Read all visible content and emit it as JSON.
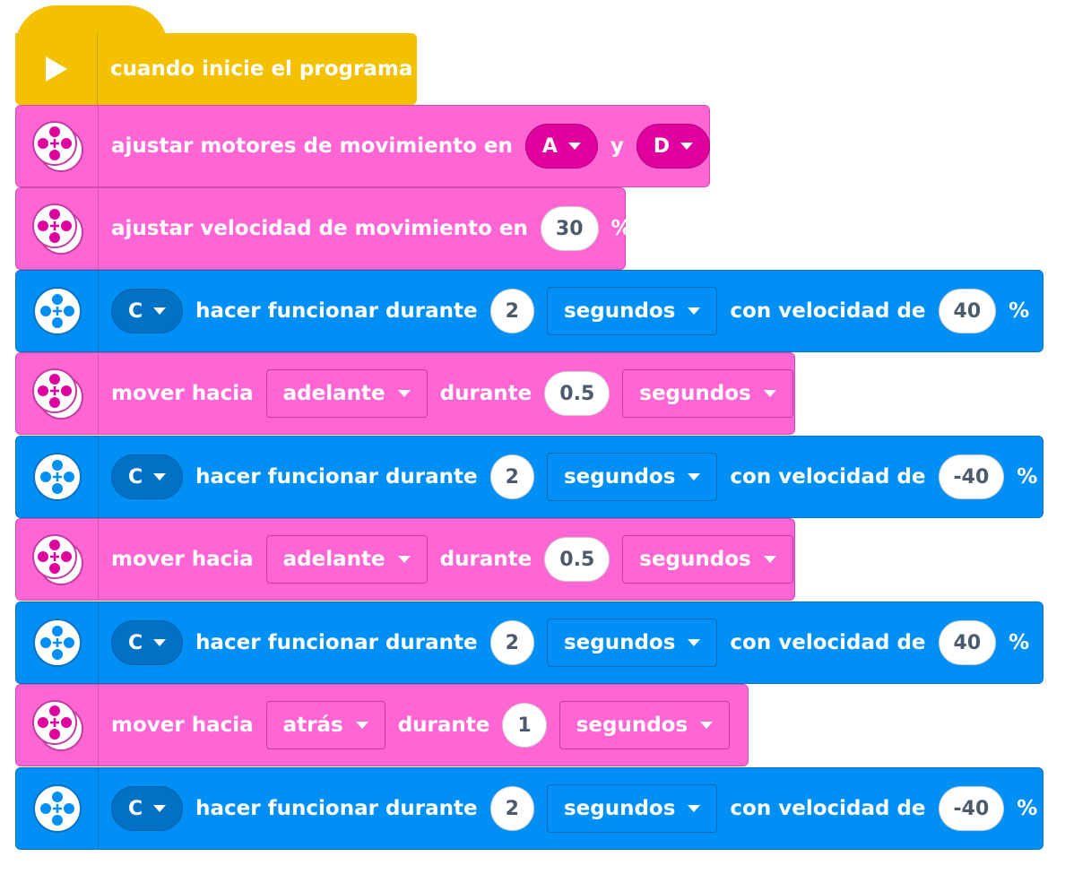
{
  "start": {
    "label": "cuando inicie el programa"
  },
  "set_motors": {
    "label": "ajustar motores de movimiento en",
    "port_a": "A",
    "conj": "y",
    "port_b": "D"
  },
  "set_speed": {
    "label": "ajustar velocidad de movimiento en",
    "value": "30",
    "unit": "%"
  },
  "motor_run_1": {
    "port": "C",
    "label": "hacer funcionar durante",
    "duration": "2",
    "unit": "segundos",
    "speed_label": "con velocidad de",
    "speed": "40",
    "percent": "%"
  },
  "move_1": {
    "label1": "mover",
    "label2": "hacia",
    "direction": "adelante",
    "label3": "durante",
    "duration": "0.5",
    "unit": "segundos"
  },
  "motor_run_2": {
    "port": "C",
    "label": "hacer funcionar durante",
    "duration": "2",
    "unit": "segundos",
    "speed_label": "con velocidad de",
    "speed": "-40",
    "percent": "%"
  },
  "move_2": {
    "label1": "mover",
    "label2": "hacia",
    "direction": "adelante",
    "label3": "durante",
    "duration": "0.5",
    "unit": "segundos"
  },
  "motor_run_3": {
    "port": "C",
    "label": "hacer funcionar durante",
    "duration": "2",
    "unit": "segundos",
    "speed_label": "con velocidad de",
    "speed": "40",
    "percent": "%"
  },
  "move_3": {
    "label1": "mover",
    "label2": "hacia",
    "direction": "atrás",
    "label3": "durante",
    "duration": "1",
    "unit": "segundos"
  },
  "motor_run_4": {
    "port": "C",
    "label": "hacer funcionar durante",
    "duration": "2",
    "unit": "segundos",
    "speed_label": "con velocidad de",
    "speed": "-40",
    "percent": "%"
  },
  "colors": {
    "event": "#f3c100",
    "movement": "#ff66d4",
    "motor": "#0090f5"
  },
  "icons": {
    "event": "play-icon",
    "movement": "movement-motors-icon",
    "motor": "motor-icon"
  }
}
